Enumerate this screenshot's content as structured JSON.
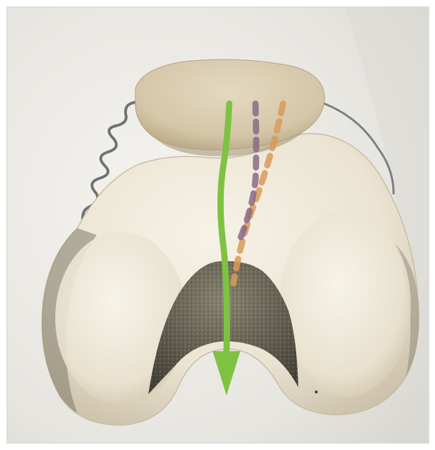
{
  "figure": {
    "subject": "femur-patella-tracking-illustration",
    "colors": {
      "background": "#e6e4df",
      "background_light": "#f2f1ed",
      "frame_border": "#d0cfcb",
      "bone": "#ece6d6",
      "bone_shadow": "#cfc6b2",
      "cartilage_groove": "#6a6657",
      "patella": "#d9cdb3",
      "patella_shadow": "#bfae8c",
      "tendon": "#6e7372",
      "arrow_green": "#7ec242",
      "dash_purple": "#8a6a86",
      "dash_orange": "#d99a58"
    },
    "marks": {
      "main_arrow": "green-solid-arrow",
      "path_a": "purple-dashed-line",
      "path_b": "orange-dashed-line"
    }
  }
}
